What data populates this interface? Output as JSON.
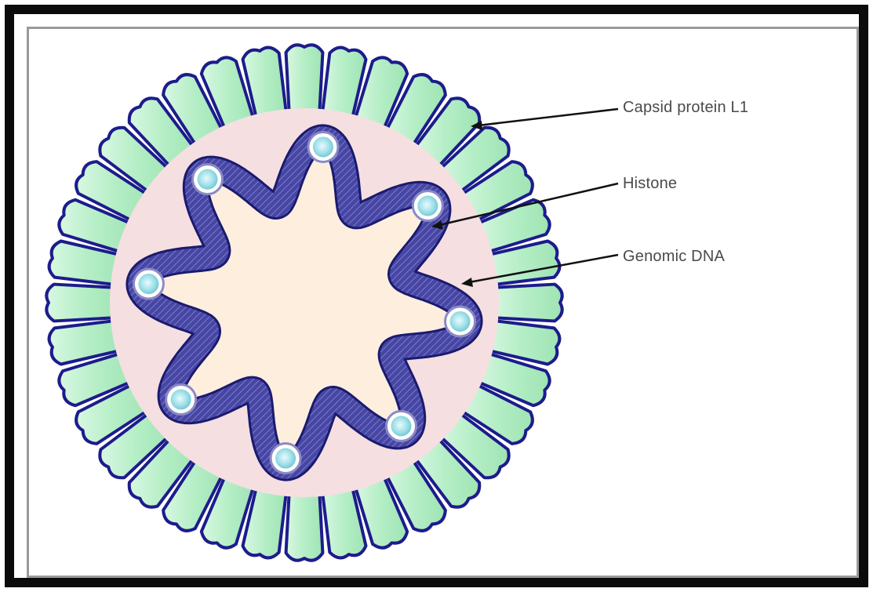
{
  "labels": {
    "capsid": "Capsid protein L1",
    "histone": "Histone",
    "genomic_dna": "Genomic DNA"
  },
  "colors": {
    "frame": "#0b0b0b",
    "capsomere_fill": "#b9f0c8",
    "capsomere_outline": "#1c1c8c",
    "interior_fill": "#f6e0e0",
    "core_fill": "#fdeede",
    "dna_fill": "#4a4aa6",
    "dna_outline": "#1a1a6e",
    "histone_fill": "#9fe0e8",
    "label_text": "#4a4a4a"
  },
  "diagram": {
    "capsomere_count": 36,
    "histone_count": 8
  }
}
